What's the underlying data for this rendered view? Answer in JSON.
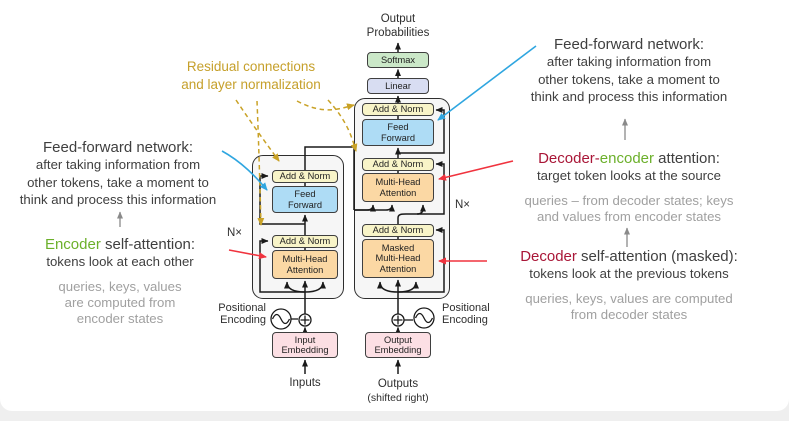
{
  "colors": {
    "add_norm_box": "#f8f4c8",
    "feed_forward_box": "#aedcf5",
    "attention_box": "#fbd8a4",
    "softmax_box": "#cbe8c8",
    "linear_box": "#d8ddf2",
    "embedding_box": "#fcdfe4",
    "stack_container": "#f6f6f6",
    "flow_line": "#1a1a1a",
    "annotation_blue": "#3a72a8",
    "annotation_green": "#6cb02b",
    "annotation_crimson": "#a91637",
    "annotation_gold": "#c6a02b",
    "arrow_blue": "#2fa6e0",
    "arrow_red": "#f0333e",
    "arrow_gray": "#8a8a8a",
    "note_gray": "#a0a0a0"
  },
  "diagram": {
    "output_probabilities": [
      "Output",
      "Probabilities"
    ],
    "softmax": "Softmax",
    "linear": "Linear",
    "add_norm": "Add & Norm",
    "feed_forward": [
      "Feed",
      "Forward"
    ],
    "multi_head_attention": [
      "Multi-Head",
      "Attention"
    ],
    "masked_multi_head_attention": [
      "Masked",
      "Multi-Head",
      "Attention"
    ],
    "input_embedding": [
      "Input",
      "Embedding"
    ],
    "output_embedding": [
      "Output",
      "Embedding"
    ],
    "n_encoder": "N×",
    "n_decoder": "N×",
    "positional_encoding": [
      "Positional",
      "Encoding"
    ],
    "inputs": "Inputs",
    "outputs": "Outputs",
    "outputs_note": "(shifted right)"
  },
  "annotations": {
    "residual": {
      "lines": [
        "Residual connections",
        "and layer normalization"
      ]
    },
    "ffn_left": {
      "title": "Feed-forward network:",
      "body": [
        "after taking information from",
        "other tokens, take a moment to",
        "think and process this information"
      ]
    },
    "encoder_self_attention": {
      "title_encoder": "Encoder",
      "title_rest": " self-attention:",
      "body": "tokens look at each other",
      "note": [
        "queries, keys, values",
        "are computed from",
        "encoder states"
      ]
    },
    "ffn_right": {
      "title": "Feed-forward network:",
      "body": [
        "after taking information from",
        "other tokens, take a moment to",
        "think and process this information"
      ]
    },
    "decoder_encoder_attention": {
      "title_decoder": "Decoder-",
      "title_encoder": "encoder",
      "title_rest": " attention:",
      "body": "target token looks at the source",
      "note": [
        "queries – from decoder states; keys",
        "and values from encoder states"
      ]
    },
    "decoder_self_attention": {
      "title_decoder": "Decoder",
      "title_rest": " self-attention (masked):",
      "body": "tokens look at the previous tokens",
      "note": [
        "queries, keys, values are computed",
        "from decoder states"
      ]
    }
  }
}
